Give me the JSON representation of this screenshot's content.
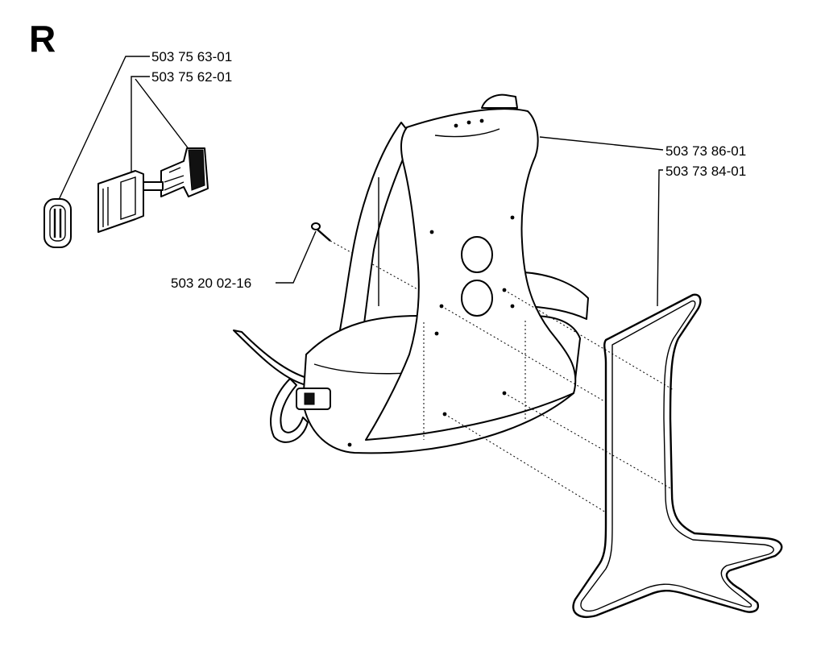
{
  "section": {
    "letter": "R"
  },
  "parts": [
    {
      "id": "buckle-slide",
      "number": "503 75 63-01"
    },
    {
      "id": "side-release-buckle",
      "number": "503 75 62-01"
    },
    {
      "id": "harness-pad",
      "number": "503 73 86-01"
    },
    {
      "id": "frame",
      "number": "503 73 84-01"
    },
    {
      "id": "screw",
      "number": "503 20 02-16"
    }
  ]
}
